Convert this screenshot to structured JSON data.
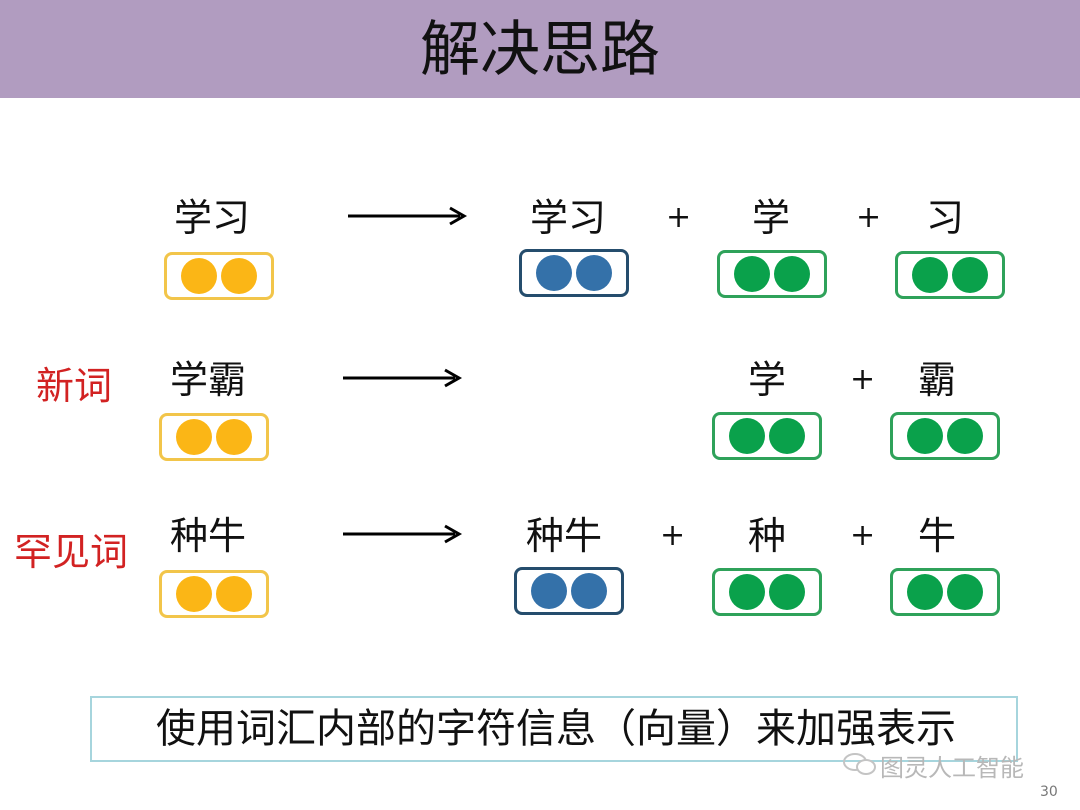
{
  "title": "解决思路",
  "rows": [
    {
      "label": "",
      "word": "学习",
      "parts": [
        "学习",
        "学",
        "习"
      ]
    },
    {
      "label": "新词",
      "word": "学霸",
      "parts": [
        "学",
        "霸"
      ]
    },
    {
      "label": "罕见词",
      "word": "种牛",
      "parts": [
        "种牛",
        "种",
        "牛"
      ]
    }
  ],
  "plus": "+",
  "caption": "使用词汇内部的字符信息（向量）来加强表示",
  "watermark": "图灵人工智能",
  "page_number": "30",
  "colors": {
    "header": "#b19cc0",
    "word_dot": "#fbb616",
    "word_vector_dot": "#3471a9",
    "char_dot": "#0aa14b",
    "label_red": "#d22222"
  }
}
